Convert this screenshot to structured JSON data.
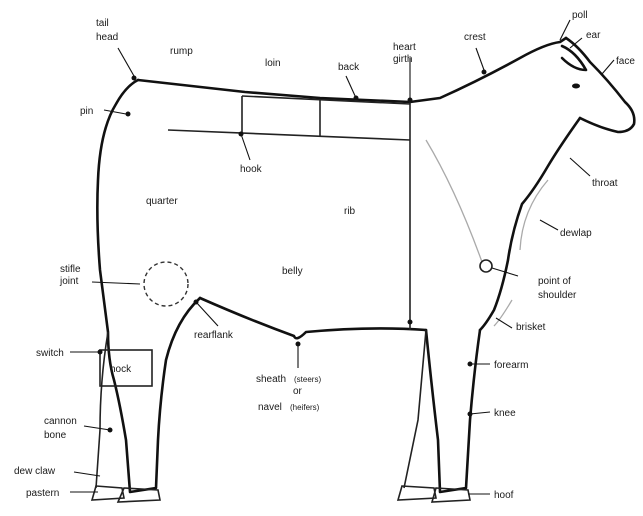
{
  "labels": {
    "tail_head_1": "tail",
    "tail_head_2": "head",
    "rump": "rump",
    "loin": "loin",
    "back": "back",
    "heart_girth_1": "heart",
    "heart_girth_2": "girth",
    "crest": "crest",
    "poll": "poll",
    "ear": "ear",
    "face": "face",
    "pin": "pin",
    "hook_top": "hook",
    "quarter": "quarter",
    "rib": "rib",
    "throat": "throat",
    "dewlap": "dewlap",
    "stifle_joint_1": "stifle",
    "stifle_joint_2": "joint",
    "belly": "belly",
    "point_of_shoulder_1": "point of",
    "point_of_shoulder_2": "shoulder",
    "rearflank": "rearflank",
    "brisket": "brisket",
    "switch": "switch",
    "hock": "hock",
    "sheath_1": "sheath",
    "sheath_steers": "(steers)",
    "or": "or",
    "navel": "navel",
    "navel_heifers": "(heifers)",
    "forearm": "forearm",
    "cannon_bone_1": "cannon",
    "cannon_bone_2": "bone",
    "knee": "knee",
    "dew_claw": "dew claw",
    "pastern": "pastern",
    "hoof": "hoof"
  }
}
